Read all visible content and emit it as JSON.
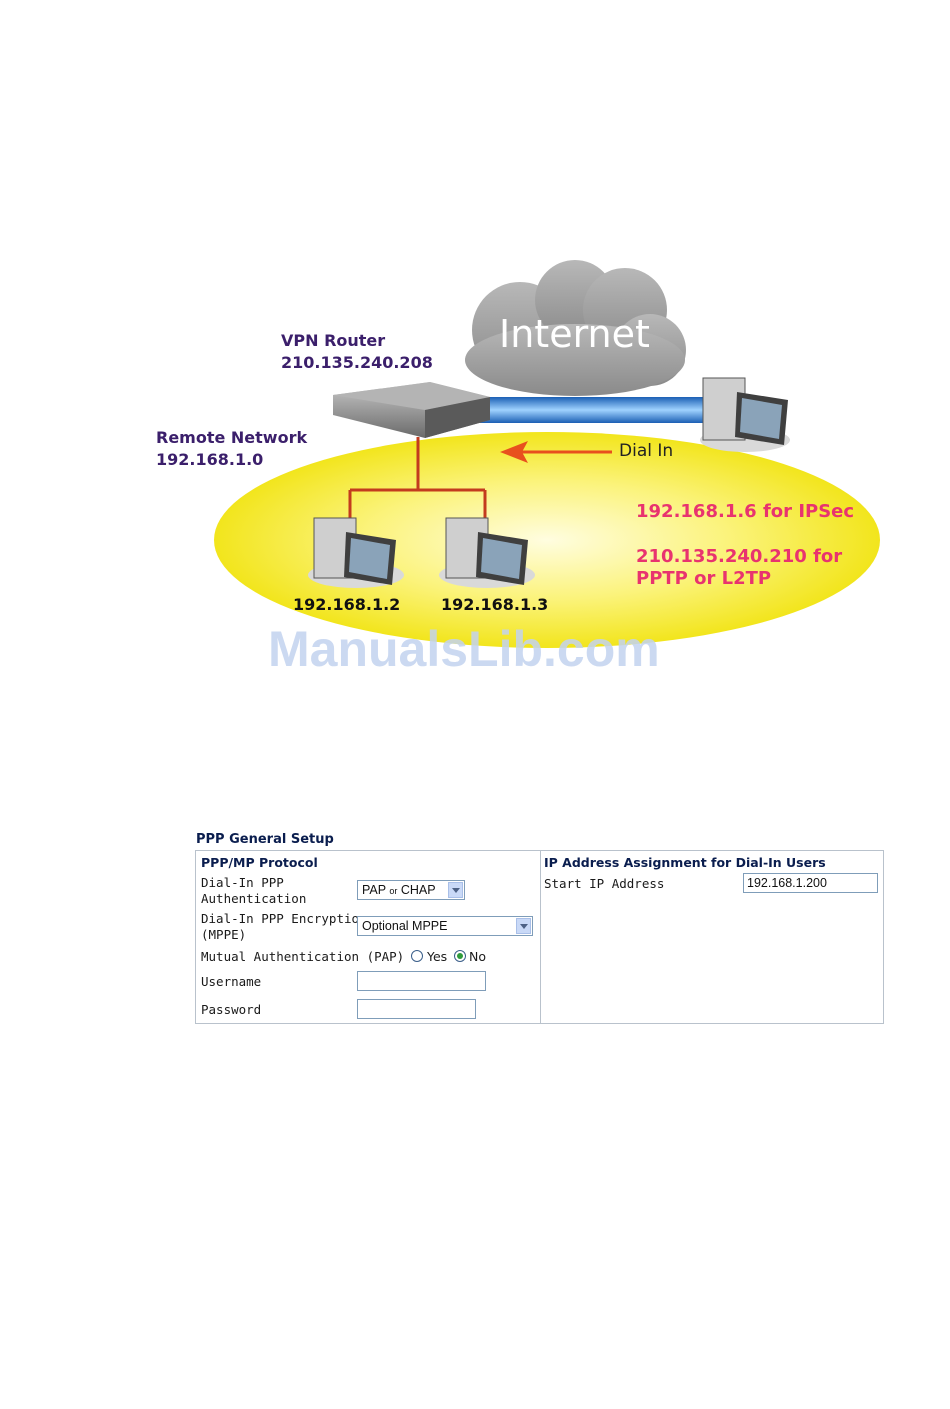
{
  "diagram": {
    "cloud_label": "Internet",
    "vpn_router": {
      "name": "VPN Router",
      "ip": "210.135.240.208"
    },
    "remote_network": {
      "name": "Remote Network",
      "ip": "192.168.1.0"
    },
    "dial_in_label": "Dial In",
    "host_a_ip": "192.168.1.2",
    "host_b_ip": "192.168.1.3",
    "ipsec_note": "192.168.1.6 for IPSec",
    "pptp_note_line1": "210.135.240.210 for",
    "pptp_note_line2": "PPTP or L2TP",
    "watermark": "ManualsLib.com",
    "colors": {
      "network_ellipse": "#f8ee2a",
      "link_lines": "#c33b1e",
      "tunnel": "#2d7fd3",
      "arrow": "#e8501e",
      "purple_text": "#3b1f6b",
      "pink_text": "#e8336f"
    }
  },
  "ppp_setup": {
    "title": "PPP General Setup",
    "left_section": {
      "heading": "PPP/MP Protocol",
      "auth_label_line1": "Dial-In PPP",
      "auth_label_line2": "Authentication",
      "auth_value": "PAP or CHAP",
      "enc_label_line1": "Dial-In PPP Encryption",
      "enc_label_line2": "(MPPE)",
      "enc_value": "Optional MPPE",
      "mutual_label": "Mutual Authentication (PAP)",
      "radio_yes": "Yes",
      "radio_no": "No",
      "radio_selected": "No",
      "username_label": "Username",
      "username_value": "",
      "password_label": "Password",
      "password_value": ""
    },
    "right_section": {
      "heading": "IP Address Assignment for Dial-In Users",
      "start_ip_label": "Start IP Address",
      "start_ip_value": "192.168.1.200"
    }
  }
}
